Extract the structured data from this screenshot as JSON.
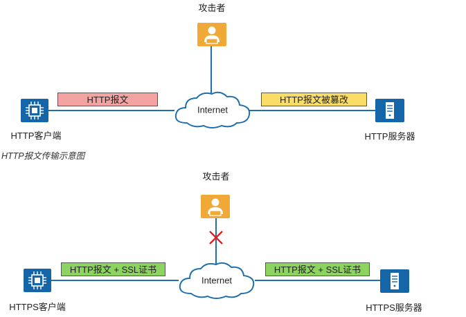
{
  "top": {
    "attacker_label": "攻击者",
    "client_label": "HTTP客户端",
    "server_label": "HTTP服务器",
    "internet_label": "Internet",
    "left_message": "HTTP报文",
    "right_message": "HTTP报文被篡改",
    "caption": "HTTP报文传输示意图"
  },
  "bottom": {
    "attacker_label": "攻击者",
    "client_label": "HTTPS客户端",
    "server_label": "HTTPS服务器",
    "internet_label": "Internet",
    "left_message": "HTTP报文 + SSL证书",
    "right_message": "HTTP报文 + SSL证书"
  },
  "icons": {
    "attacker": "attacker-person-icon",
    "client": "client-chip-icon",
    "server": "server-tower-icon",
    "cloud": "internet-cloud-icon",
    "blocked": "blocked-x-icon"
  },
  "colors": {
    "line": "#1f6fae",
    "device_blue": "#1565a9",
    "attacker_orange": "#f0a937",
    "pink": "#f4a3a3",
    "yellow": "#f9dd66",
    "green": "#8dd35f",
    "red_x": "#e02020"
  }
}
